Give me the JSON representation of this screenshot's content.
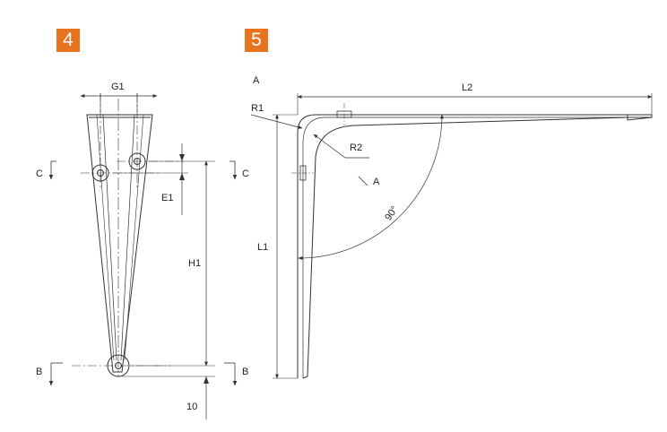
{
  "colors": {
    "badge": "#E8731E",
    "line": "#333333"
  },
  "figure4": {
    "badge": "4",
    "labels": {
      "g1": "G1",
      "c_left": "C",
      "c_right": "C",
      "e1": "E1",
      "h1": "H1",
      "b_left": "B",
      "b_right": "B",
      "ten": "10"
    }
  },
  "figure5": {
    "badge": "5",
    "labels": {
      "a_top": "A",
      "l2": "L2",
      "r1": "R1",
      "r2": "R2",
      "a_view": "A",
      "angle": "90°",
      "l1": "L1"
    }
  }
}
